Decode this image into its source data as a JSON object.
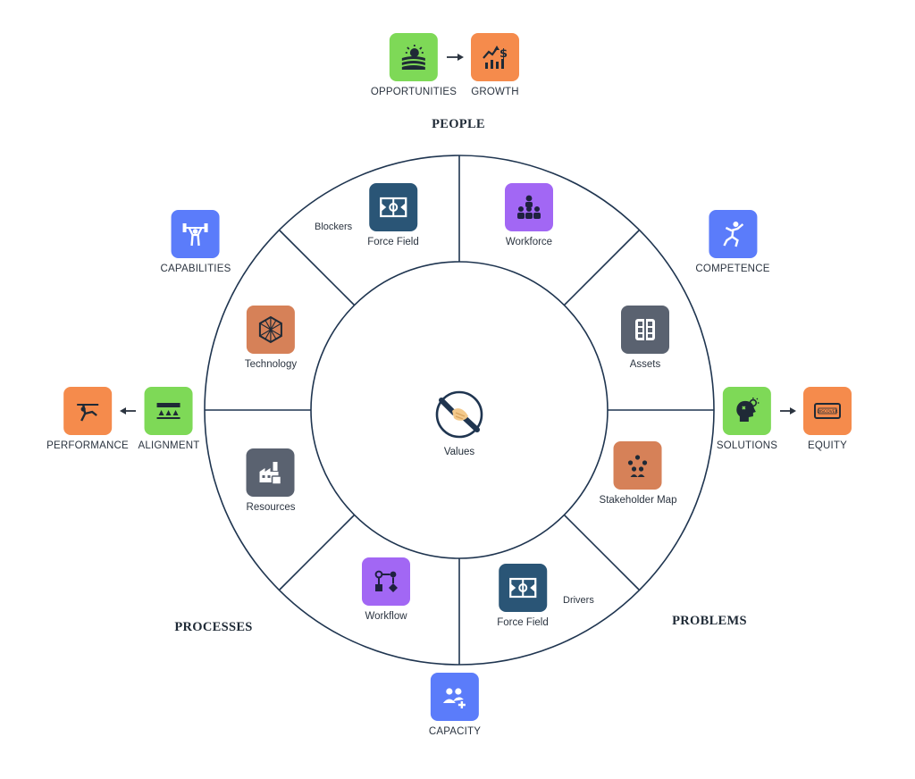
{
  "colors": {
    "green": "#7ed957",
    "orange": "#f58b4c",
    "blue": "#5b7cfa",
    "purple": "#a267f4",
    "brown": "#d68158",
    "slate": "#5a6270",
    "navy": "#2a5576",
    "line": "#1f3550"
  },
  "center": {
    "label": "Values",
    "icon": "handshake-icon"
  },
  "side_labels": {
    "people": "PEOPLE",
    "processes": "PROCESSES",
    "problems": "PROBLEMS"
  },
  "inner_nodes": {
    "blockers_force_field": {
      "label": "Force Field",
      "aux": "Blockers",
      "icon": "force-field-icon",
      "color": "#2a5576"
    },
    "workforce": {
      "label": "Workforce",
      "icon": "team-icon",
      "color": "#a267f4"
    },
    "technology": {
      "label": "Technology",
      "icon": "geodesic-icon",
      "color": "#d68158"
    },
    "assets": {
      "label": "Assets",
      "icon": "assets-icon",
      "color": "#5a6270"
    },
    "resources": {
      "label": "Resources",
      "icon": "factory-icon",
      "color": "#5a6270"
    },
    "stakeholder_map": {
      "label": "Stakeholder Map",
      "icon": "people-group-icon",
      "color": "#d68158"
    },
    "workflow": {
      "label": "Workflow",
      "icon": "workflow-icon",
      "color": "#a267f4"
    },
    "drivers_force_field": {
      "label": "Force Field",
      "aux": "Drivers",
      "icon": "force-field-icon",
      "color": "#2a5576"
    }
  },
  "outer_nodes": {
    "opportunities": {
      "label": "OPPORTUNITIES",
      "icon": "field-sun-icon",
      "color": "#7ed957"
    },
    "growth": {
      "label": "GROWTH",
      "icon": "growth-chart-icon",
      "color": "#f58b4c"
    },
    "capabilities": {
      "label": "CAPABILITIES",
      "icon": "weightlifter-icon",
      "color": "#5b7cfa"
    },
    "competence": {
      "label": "COMPETENCE",
      "icon": "athlete-icon",
      "color": "#5b7cfa"
    },
    "performance": {
      "label": "PERFORMANCE",
      "icon": "gymnast-icon",
      "color": "#f58b4c"
    },
    "alignment": {
      "label": "ALIGNMENT",
      "icon": "alignment-icon",
      "color": "#7ed957"
    },
    "solutions": {
      "label": "SOLUTIONS",
      "icon": "head-idea-icon",
      "color": "#7ed957"
    },
    "equity": {
      "label": "EQUITY",
      "icon": "card-icon",
      "color": "#f58b4c",
      "card_text": "DISCOVER"
    },
    "capacity": {
      "label": "CAPACITY",
      "icon": "add-users-icon",
      "color": "#5b7cfa"
    }
  }
}
